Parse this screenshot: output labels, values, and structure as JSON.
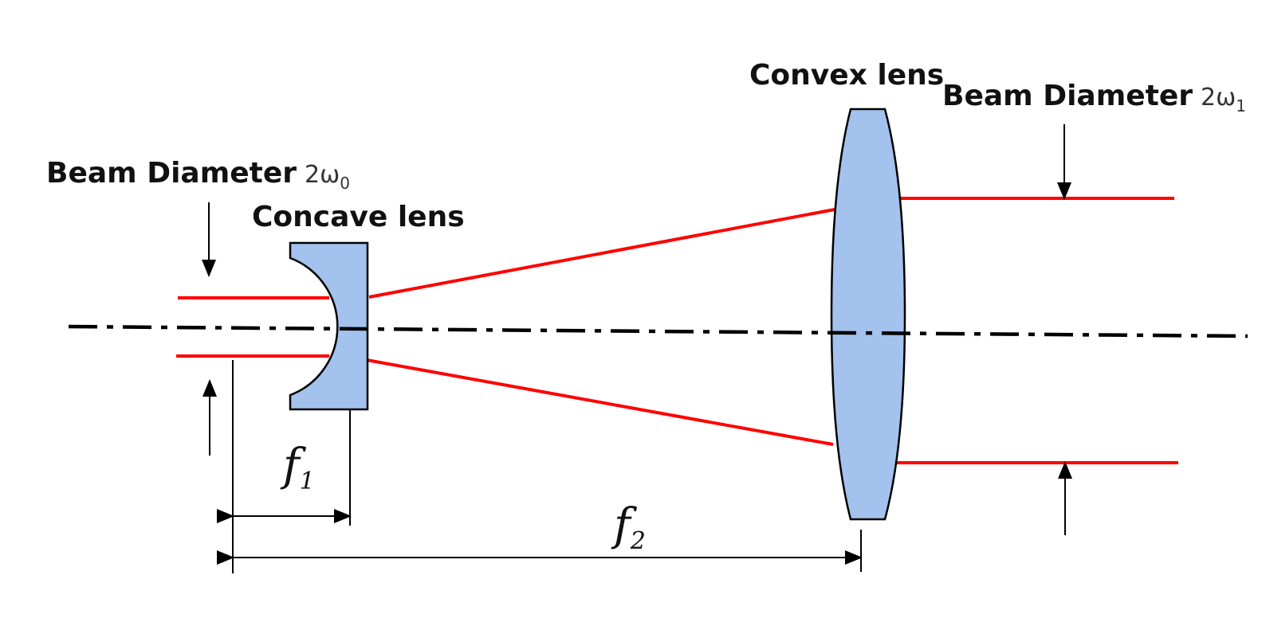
{
  "labels": {
    "beam_in": {
      "text": "Beam Diameter",
      "symbol": "2ω",
      "subscript": "0"
    },
    "beam_out": {
      "text": "Beam Diameter",
      "symbol": "2ω",
      "subscript": "1"
    },
    "concave_lens": "Concave lens",
    "convex_lens": "Convex lens",
    "f1": {
      "symbol": "f",
      "subscript": "1"
    },
    "f2": {
      "symbol": "f",
      "subscript": "2"
    }
  },
  "colors": {
    "beam": "#ff0000",
    "lens_fill": "#a3c2ed",
    "outline": "#000000"
  }
}
